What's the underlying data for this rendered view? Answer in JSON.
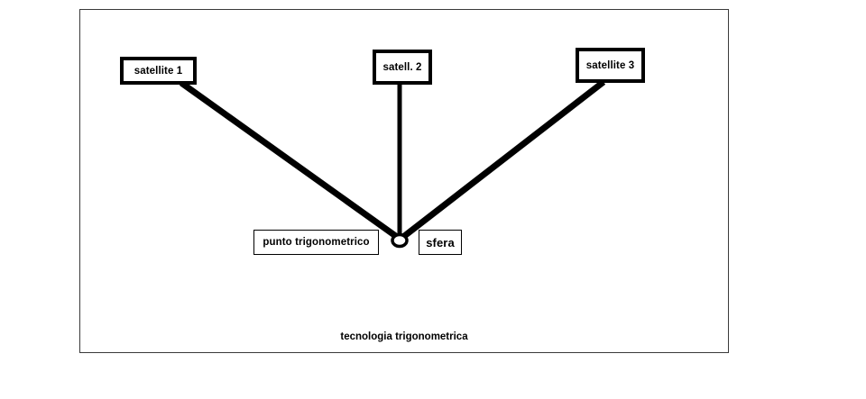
{
  "diagram": {
    "title": "tecnologia trigonometrica",
    "background_color": "#ffffff",
    "frame_color": "#3a3a3a",
    "line_color": "#000000",
    "caption": "tecnologia trigonometrica",
    "nodes": [
      {
        "id": "satellite-1",
        "label": "satellite 1",
        "style": "heavy-box"
      },
      {
        "id": "satellite-2",
        "label": "satell. 2",
        "style": "heavy-box"
      },
      {
        "id": "satellite-3",
        "label": "satellite 3",
        "style": "heavy-box"
      },
      {
        "id": "punto-trigonometrico",
        "label": "punto trigonometrico",
        "style": "thin-box"
      },
      {
        "id": "sfera",
        "label": "sfera",
        "style": "thin-box"
      }
    ],
    "marker": {
      "id": "sphere-marker",
      "shape": "ellipse",
      "label": "sfera"
    },
    "edges": [
      {
        "from": "satellite-1",
        "to": "punto-trigonometrico"
      },
      {
        "from": "satellite-2",
        "to": "punto-trigonometrico"
      },
      {
        "from": "satellite-3",
        "to": "punto-trigonometrico"
      }
    ]
  }
}
